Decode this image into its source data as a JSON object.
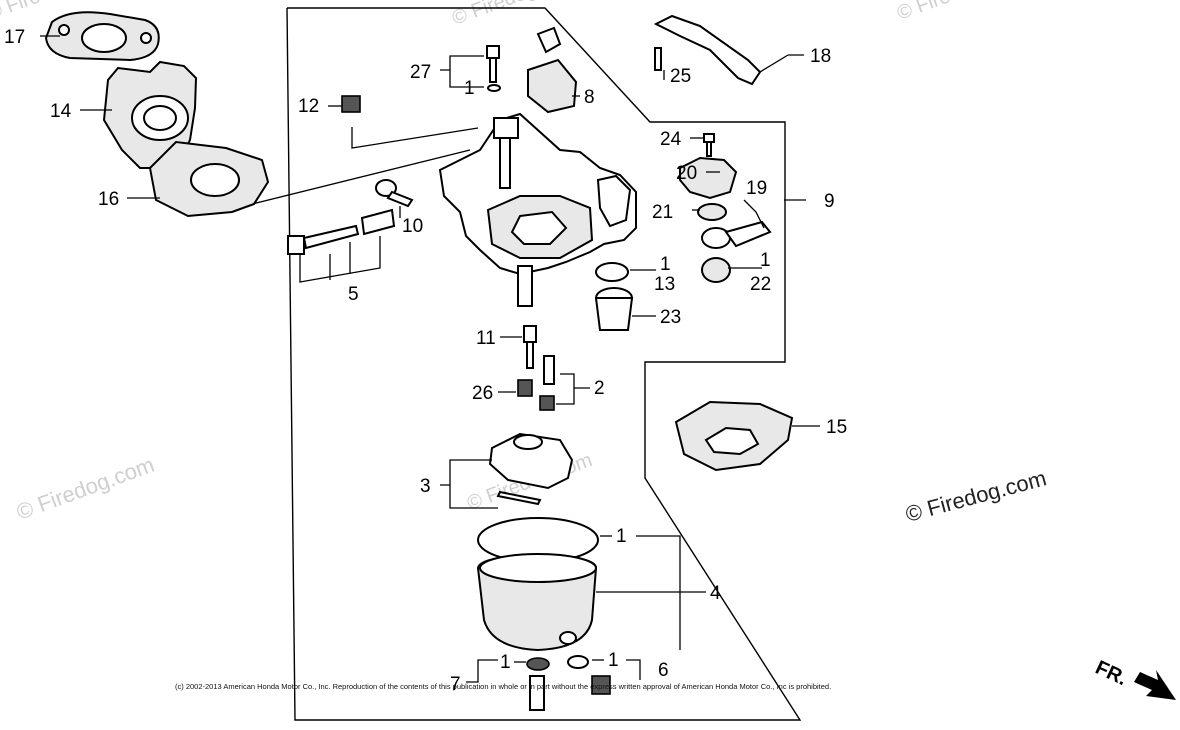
{
  "callouts": {
    "c17": "17",
    "c14": "14",
    "c16": "16",
    "c27": "27",
    "c1a": "1",
    "c8": "8",
    "c12": "12",
    "c18": "18",
    "c25": "25",
    "c24": "24",
    "c20": "20",
    "c19": "19",
    "c9": "9",
    "c21": "21",
    "c1b": "1",
    "c22": "22",
    "c10": "10",
    "c5": "5",
    "c1c": "1",
    "c13": "13",
    "c23": "23",
    "c11": "11",
    "c2": "2",
    "c26": "26",
    "c15": "15",
    "c3": "3",
    "c1d": "1",
    "c4": "4",
    "c1e": "1",
    "c1f": "1",
    "c6": "6",
    "c7": "7"
  },
  "watermarks": {
    "main": "© Firedog.com",
    "faint": "© Firedog.com"
  },
  "copyright": "(c) 2002-2013 American Honda Motor Co., Inc. Reproduction of the contents of this publication in whole or in part without the express written approval of American Honda Motor Co., Inc is prohibited.",
  "direction_label": "FR.",
  "colors": {
    "line": "#000000",
    "watermark": "#cfcfcf"
  }
}
